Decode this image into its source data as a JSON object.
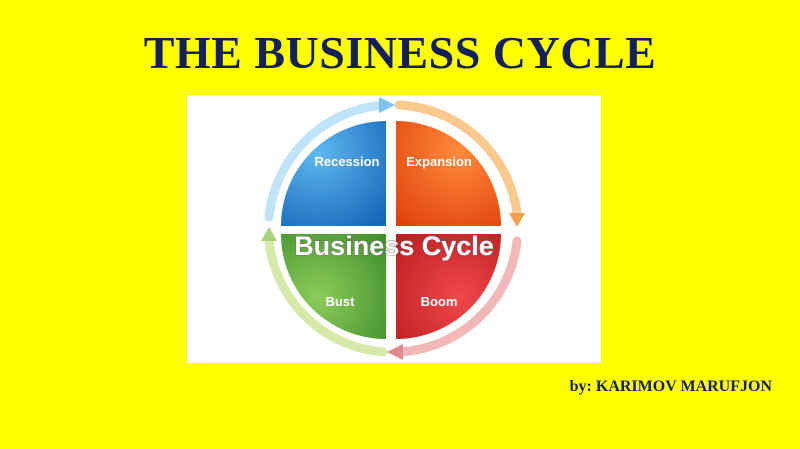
{
  "slide": {
    "title": "THE BUSINESS CYCLE",
    "author": "by: KARIMOV MARUFJON"
  },
  "diagram": {
    "center_label": "Business Cycle",
    "quadrants": [
      {
        "label": "Recession",
        "color": "#1e7fd0"
      },
      {
        "label": "Expansion",
        "color": "#f05a14"
      },
      {
        "label": "Boom",
        "color": "#d8282c"
      },
      {
        "label": "Bust",
        "color": "#5aa83c"
      }
    ],
    "colors": {
      "background": "#ffff00",
      "title": "#14205e"
    }
  }
}
